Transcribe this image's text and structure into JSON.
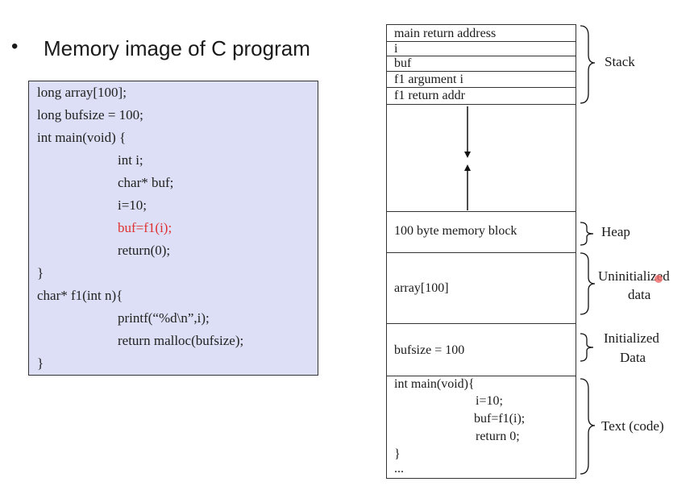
{
  "slide": {
    "bullet": "•",
    "title": "Memory image of C program"
  },
  "code": {
    "lines": [
      "long array[100];",
      "long bufsize = 100;",
      "int main(void) {",
      "int i;",
      "char* buf;",
      "i=10;",
      "buf=f1(i);",
      "return(0);",
      "}",
      "char* f1(int n){",
      "printf(“%d\\n”,i);",
      "return malloc(bufsize);",
      "}"
    ],
    "highlight_color": "#e03030"
  },
  "memory": {
    "stack_rows": [
      "main return address",
      "i",
      "buf",
      "f1 argument i",
      "f1 return addr"
    ],
    "heap_cell": "100 byte memory block",
    "uninit_cell": "array[100]",
    "init_cell": "bufsize = 100",
    "text_lines": [
      "int main(void){",
      "i=10;",
      "buf=f1(i);",
      "return 0;",
      "}",
      "..."
    ]
  },
  "labels": {
    "stack": "Stack",
    "heap": "Heap",
    "uninit_line1": "Uninitialized",
    "uninit_line2": "data",
    "init_line1": "Initialized",
    "init_line2": "Data",
    "text": "Text (code)"
  }
}
